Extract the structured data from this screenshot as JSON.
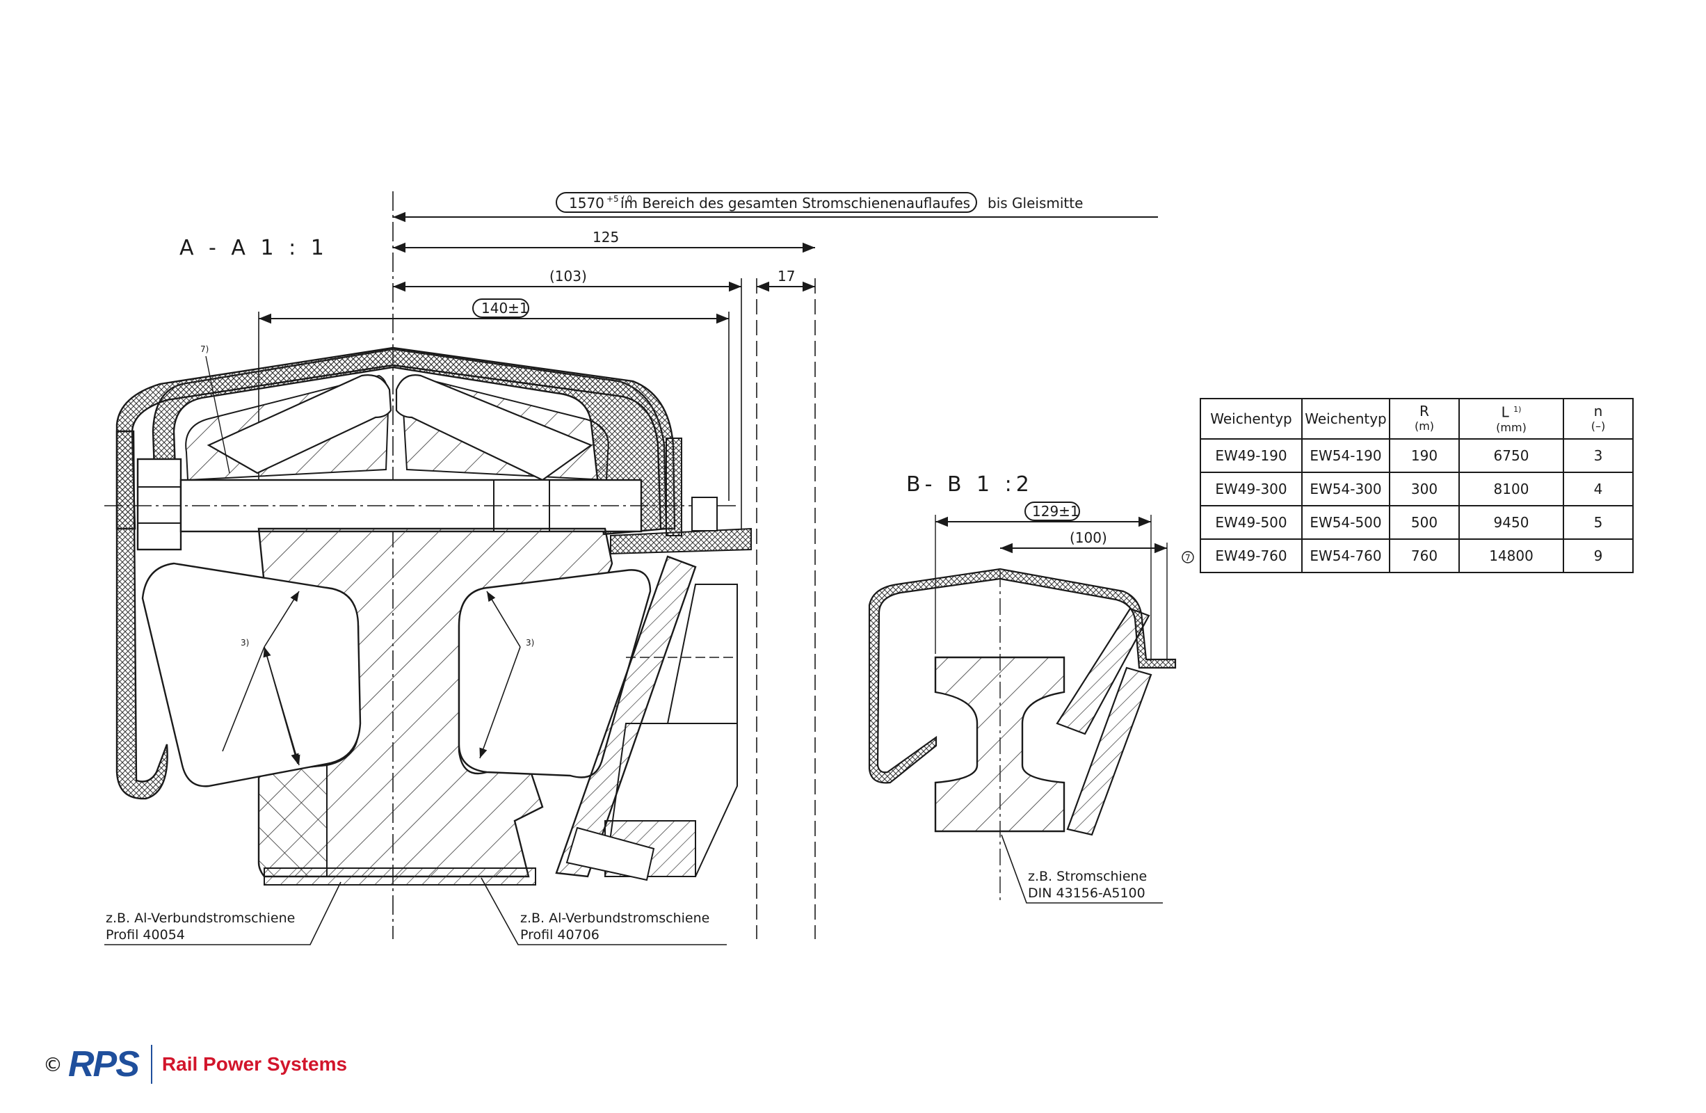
{
  "section_a": {
    "title": "A - A   1 : 1",
    "dim_gauge_value": "1570",
    "dim_gauge_tolerance": "+5 / 0",
    "dim_gauge_text": "im Bereich des gesamten Stromschienenauflaufes",
    "dim_gauge_suffix": "bis Gleismitte",
    "dim_125": "125",
    "dim_103": "(103)",
    "dim_17": "17",
    "dim_140": "140±1",
    "note_7": "7)",
    "note_3_left": "3)",
    "note_3_right": "3)",
    "label_left_line1": "z.B. Al-Verbundstromschiene",
    "label_left_line2": "Profil 40054",
    "label_right_line1": "z.B. Al-Verbundstromschiene",
    "label_right_line2": "Profil 40706"
  },
  "section_b": {
    "title": "B- B   1 :2",
    "dim_129": "129±1",
    "dim_100": "(100)",
    "note_7": "7",
    "label_line1": "z.B. Stromschiene",
    "label_line2": "DIN 43156-A5100"
  },
  "table": {
    "headers": [
      {
        "main": "Weichentyp",
        "sub": ""
      },
      {
        "main": "Weichentyp",
        "sub": ""
      },
      {
        "main": "R",
        "sub": "(m)"
      },
      {
        "main": "L",
        "note": "1)",
        "sub": "(mm)"
      },
      {
        "main": "n",
        "sub": "(–)"
      }
    ],
    "rows": [
      [
        "EW49-190",
        "EW54-190",
        "190",
        "6750",
        "3"
      ],
      [
        "EW49-300",
        "EW54-300",
        "300",
        "8100",
        "4"
      ],
      [
        "EW49-500",
        "EW54-500",
        "500",
        "9450",
        "5"
      ],
      [
        "EW49-760",
        "EW54-760",
        "760",
        "14800",
        "9"
      ]
    ]
  },
  "footer": {
    "copyright": "©",
    "logo": "RPS",
    "brand": "Rail Power Systems"
  }
}
